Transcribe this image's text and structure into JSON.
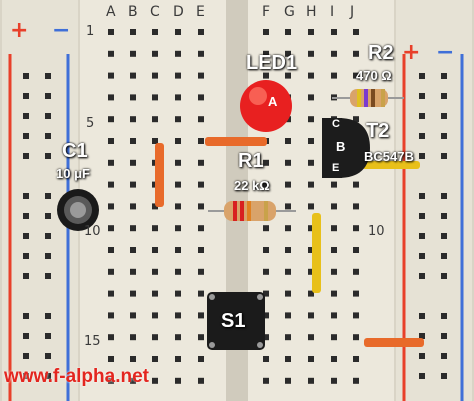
{
  "column_letters_left": [
    "A",
    "B",
    "C",
    "D",
    "E"
  ],
  "column_letters_right": [
    "F",
    "G",
    "H",
    "I",
    "J"
  ],
  "row_numbers": [
    "1",
    "5",
    "10",
    "15"
  ],
  "rail_signs": {
    "plus": "+",
    "minus": "−"
  },
  "components": {
    "led": {
      "ref": "LED1",
      "pin": "A"
    },
    "r2": {
      "ref": "R2",
      "value": "470 Ω"
    },
    "r1": {
      "ref": "R1",
      "value": "22 kΩ"
    },
    "c1": {
      "ref": "C1",
      "value": "10 μF"
    },
    "t2": {
      "ref": "T2",
      "part": "BC547B",
      "pins": [
        "C",
        "B",
        "E"
      ]
    },
    "s1": {
      "ref": "S1"
    }
  },
  "watermark": "www.f-alpha.net",
  "colors": {
    "rail_red": "#e8402a",
    "rail_blue": "#3f6fd8",
    "led": "#e82020",
    "wire_orange": "#e86a2a",
    "wire_yellow": "#e8c01a",
    "watermark": "#e3261f"
  }
}
